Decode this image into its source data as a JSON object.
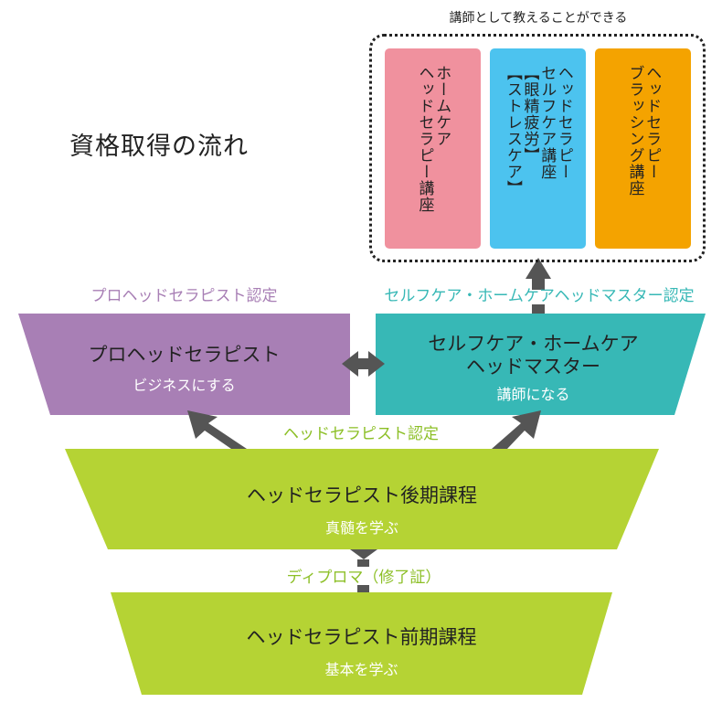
{
  "title": "資格取得の流れ",
  "instructor": {
    "caption": "講師として教えることができる",
    "courses": [
      {
        "text": "ホームケア\nヘッドセラピー講座",
        "color": "#f0919e"
      },
      {
        "text": "ヘッドセラピー\nセルフケア講座\n【眼精疲労】\n【ストレスケア】",
        "color": "#4cc3ef"
      },
      {
        "text": "ヘッドセラピー\nブラッシング講座",
        "color": "#f4a300"
      }
    ]
  },
  "pro": {
    "label": "プロヘッドセラピスト認定",
    "title": "プロヘッドセラピスト",
    "sub": "ビジネスにする",
    "color": "#a87fb5",
    "label_color": "#a87fb5"
  },
  "master": {
    "label": "セルフケア・ホームケアヘッドマスター認定",
    "title_line1": "セルフケア・ホームケア",
    "title_line2": "ヘッドマスター",
    "sub": "講師になる",
    "color": "#37b8b6",
    "label_color": "#37b8b6"
  },
  "advanced": {
    "label": "ヘッドセラピスト認定",
    "title": "ヘッドセラピスト後期課程",
    "sub": "真髄を学ぶ",
    "color": "#b5d334",
    "label_color": "#8cbf26"
  },
  "diploma": {
    "label": "ディプロマ（修了証）",
    "label_color": "#8cbf26"
  },
  "basic": {
    "title": "ヘッドセラピスト前期課程",
    "sub": "基本を学ぶ",
    "color": "#b5d334"
  },
  "arrow_color": "#555555"
}
